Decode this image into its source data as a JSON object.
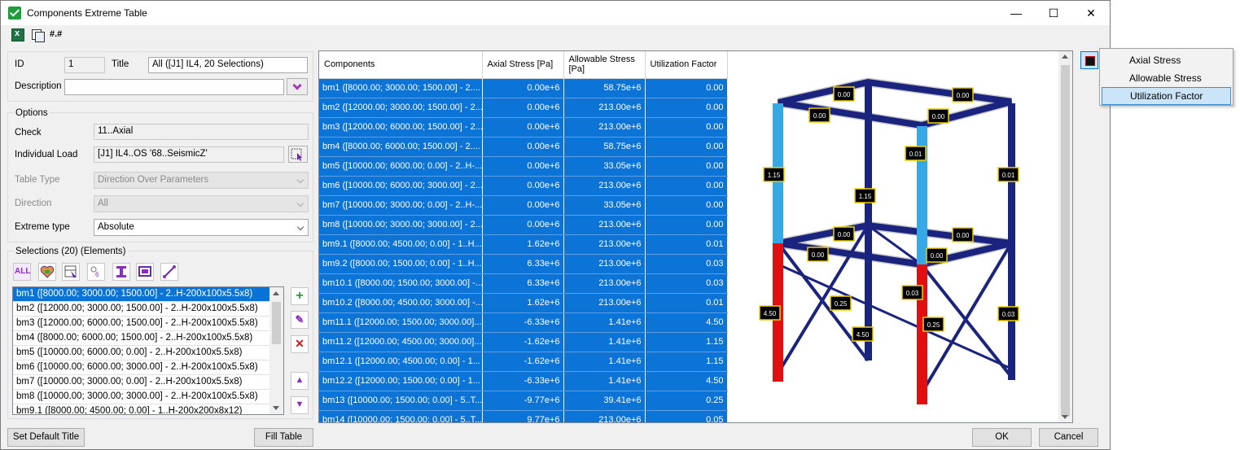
{
  "window": {
    "title": "Components Extreme Table",
    "min": "—",
    "max": "☐",
    "close": "✕"
  },
  "toolbar": {
    "excel": "excel-export",
    "copy": "copy",
    "format_label": "#.#"
  },
  "form": {
    "id_label": "ID",
    "id_value": "1",
    "title_label": "Title",
    "title_value": "All ([J1] IL4, 20 Selections)",
    "description_label": "Description",
    "description_value": ""
  },
  "options": {
    "group_label": "Options",
    "check_label": "Check",
    "check_value": "11..Axial",
    "load_label": "Individual Load",
    "load_value": "[J1] IL4..OS  '68..SeismicZ'",
    "table_type_label": "Table Type",
    "table_type_value": "Direction Over Parameters",
    "direction_label": "Direction",
    "direction_value": "All",
    "extreme_label": "Extreme type",
    "extreme_value": "Absolute"
  },
  "selections": {
    "group_label": "Selections (20) (Elements)",
    "all_icon_text": "ALL",
    "items": [
      "bm1 ([8000.00; 3000.00; 1500.00] - 2..H-200x100x5.5x8)",
      "bm2 ([12000.00; 3000.00; 1500.00] - 2..H-200x100x5.5x8)",
      "bm3 ([12000.00; 6000.00; 1500.00] - 2..H-200x100x5.5x8)",
      "bm4 ([8000.00; 6000.00; 1500.00] - 2..H-200x100x5.5x8)",
      "bm5 ([10000.00; 6000.00; 0.00] - 2..H-200x100x5.5x8)",
      "bm6 ([10000.00; 6000.00; 3000.00] - 2..H-200x100x5.5x8)",
      "bm7 ([10000.00; 3000.00; 0.00] - 2..H-200x100x5.5x8)",
      "bm8 ([10000.00; 3000.00; 3000.00] - 2..H-200x100x5.5x8)",
      "bm9.1 ([8000.00; 4500.00; 0.00] - 1..H-200x200x8x12)"
    ],
    "add": "+",
    "edit": "✎",
    "remove": "✕",
    "up": "▲",
    "down": "▼"
  },
  "buttons": {
    "set_default": "Set Default Title",
    "fill_table": "Fill Table",
    "ok": "OK",
    "cancel": "Cancel"
  },
  "table": {
    "headers": [
      "Components",
      "Axial Stress [Pa]",
      "Allowable Stress [Pa]",
      "Utilization Factor"
    ],
    "rows": [
      [
        "bm1 ([8000.00; 3000.00; 1500.00] - 2....",
        "0.00e+6",
        "58.75e+6",
        "0.00"
      ],
      [
        "bm2 ([12000.00; 3000.00; 1500.00] - 2...",
        "0.00e+6",
        "213.00e+6",
        "0.00"
      ],
      [
        "bm3 ([12000.00; 6000.00; 1500.00] - 2...",
        "0.00e+6",
        "213.00e+6",
        "0.00"
      ],
      [
        "bm4 ([8000.00; 6000.00; 1500.00] - 2....",
        "0.00e+6",
        "58.75e+6",
        "0.00"
      ],
      [
        "bm5 ([10000.00; 6000.00; 0.00] - 2..H-...",
        "0.00e+6",
        "33.05e+6",
        "0.00"
      ],
      [
        "bm6 ([10000.00; 6000.00; 3000.00] - 2...",
        "0.00e+6",
        "213.00e+6",
        "0.00"
      ],
      [
        "bm7 ([10000.00; 3000.00; 0.00] - 2..H-...",
        "0.00e+6",
        "33.05e+6",
        "0.00"
      ],
      [
        "bm8 ([10000.00; 3000.00; 3000.00] - 2...",
        "0.00e+6",
        "213.00e+6",
        "0.00"
      ],
      [
        "bm9.1 ([8000.00; 4500.00; 0.00] - 1..H...",
        "1.62e+6",
        "213.00e+6",
        "0.01"
      ],
      [
        "bm9.2 ([8000.00; 1500.00; 0.00] - 1..H...",
        "6.33e+6",
        "213.00e+6",
        "0.03"
      ],
      [
        "bm10.1 ([8000.00; 1500.00; 3000.00] -...",
        "6.33e+6",
        "213.00e+6",
        "0.03"
      ],
      [
        "bm10.2 ([8000.00; 4500.00; 3000.00] -...",
        "1.62e+6",
        "213.00e+6",
        "0.01"
      ],
      [
        "bm11.1 ([12000.00; 1500.00; 3000.00]...",
        "-6.33e+6",
        "1.41e+6",
        "4.50"
      ],
      [
        "bm11.2 ([12000.00; 4500.00; 3000.00]...",
        "-1.62e+6",
        "1.41e+6",
        "1.15"
      ],
      [
        "bm12.1 ([12000.00; 4500.00; 0.00] - 1...",
        "-1.62e+6",
        "1.41e+6",
        "1.15"
      ],
      [
        "bm12.2 ([12000.00; 1500.00; 0.00] - 1...",
        "-6.33e+6",
        "1.41e+6",
        "4.50"
      ],
      [
        "bm13 ([10000.00; 1500.00; 0.00] - 5..T...",
        "-9.77e+6",
        "39.41e+6",
        "0.25"
      ],
      [
        "bm14 ([10000.00; 1500.00; 0.00] - 5..T...",
        "9.77e+6",
        "213.00e+6",
        "0.05"
      ]
    ]
  },
  "viz_labels": [
    "0.00",
    "0.00",
    "0.00",
    "0.00",
    "0.01",
    "0.01",
    "1.15",
    "1.15",
    "0.00",
    "0.00",
    "0.00",
    "0.00",
    "0.25",
    "0.03",
    "0.25",
    "0.03",
    "4.50",
    "4.50"
  ],
  "menu": {
    "items": [
      "Axial Stress",
      "Allowable Stress",
      "Utilization Factor"
    ],
    "active": "Utilization Factor"
  },
  "colors": {
    "selection": "#0c74d6",
    "beam": "#1a237e",
    "over": "#e01010",
    "mid": "#35a8e6"
  }
}
